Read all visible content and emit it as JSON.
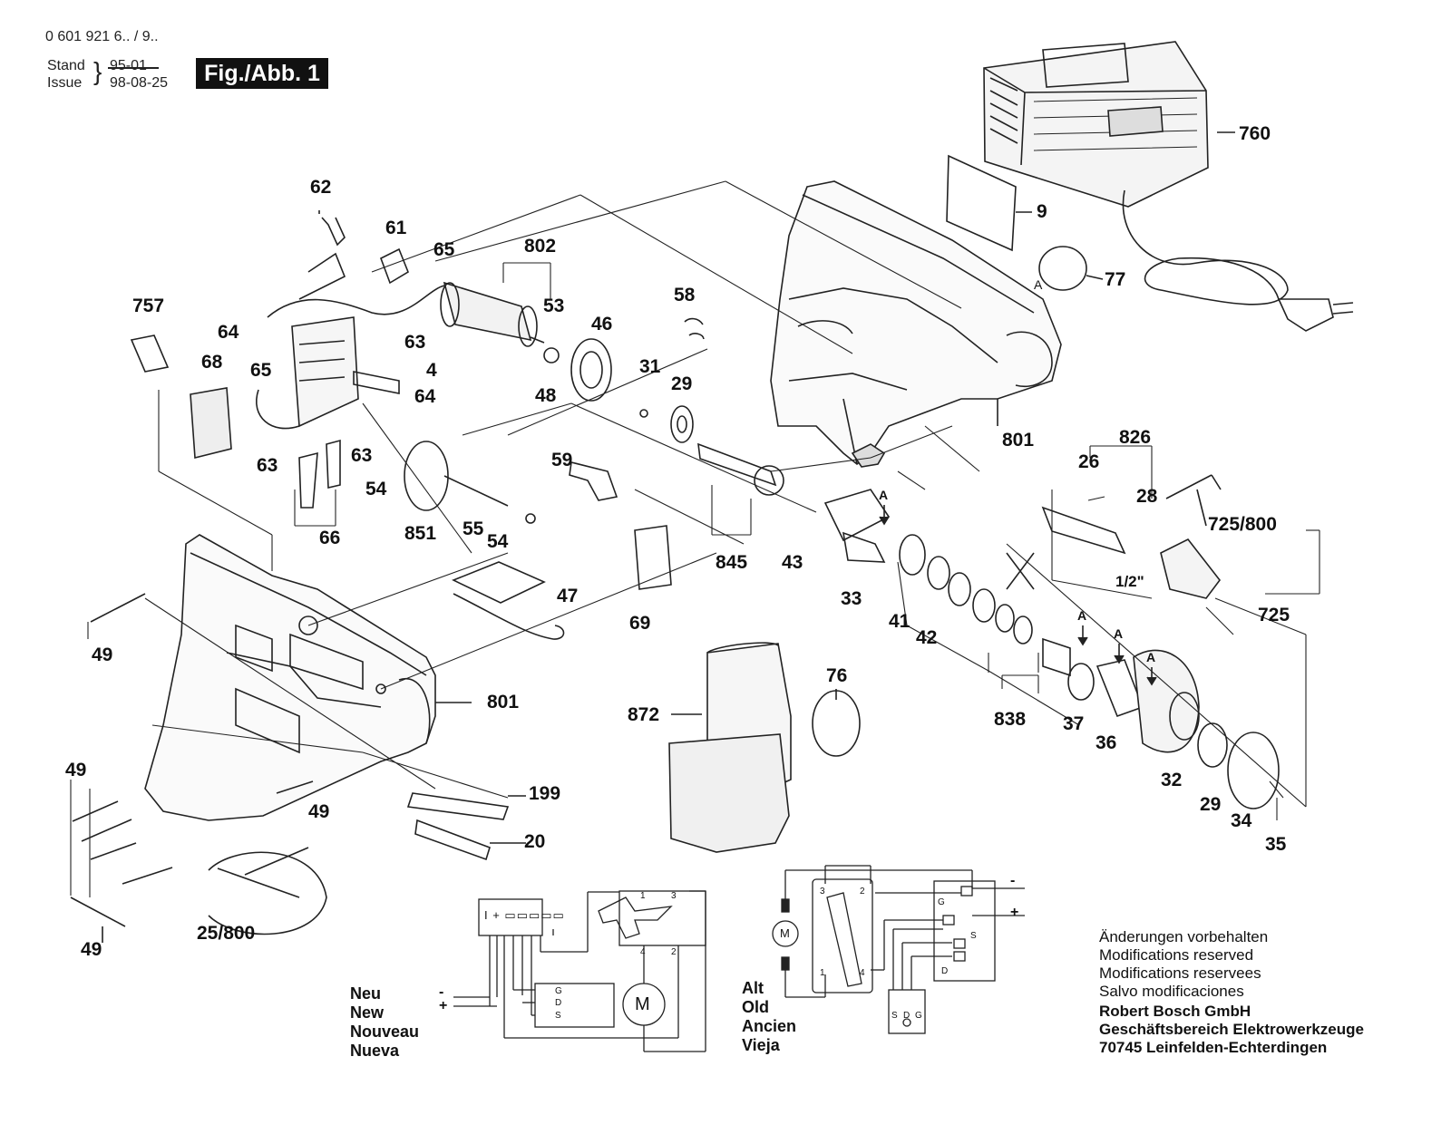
{
  "header": {
    "code": "0 601 921 6.. / 9..",
    "stand_label": "Stand",
    "issue_label": "Issue",
    "old_date": "95-01",
    "new_date": "98-08-25",
    "figure_label": "Fig./Abb. 1"
  },
  "parts": [
    "760",
    "9",
    "77",
    "62",
    "61",
    "65",
    "802",
    "53",
    "58",
    "46",
    "757",
    "64",
    "63",
    "4",
    "68",
    "65",
    "48",
    "31",
    "29",
    "64",
    "63",
    "54",
    "63",
    "801",
    "826",
    "26",
    "28",
    "59",
    "725/800",
    "55",
    "54",
    "851",
    "66",
    "845",
    "43",
    "33",
    "47",
    "69",
    "725",
    "49",
    "801",
    "41",
    "42",
    "838",
    "37",
    "36",
    "32",
    "29",
    "34",
    "35",
    "872",
    "76",
    "49",
    "199",
    "49",
    "20",
    "49",
    "25/800"
  ],
  "callout_letters": [
    "A",
    "A",
    "A",
    "A",
    "A",
    "1/2\""
  ],
  "wiring": {
    "new_labels": [
      "Neu",
      "New",
      "Nouveau",
      "Nueva"
    ],
    "old_labels": [
      "Alt",
      "Old",
      "Ancien",
      "Vieja"
    ],
    "new_signs": [
      "-",
      "+"
    ],
    "old_signs": [
      "-",
      "+"
    ],
    "new_terminals": [
      "1",
      "3",
      "4",
      "2",
      "G",
      "D",
      "S"
    ],
    "old_terminals": [
      "3",
      "2",
      "1",
      "4",
      "G",
      "S",
      "D",
      "S",
      "D",
      "G"
    ],
    "motor_label": "M"
  },
  "notes": {
    "modifications": [
      "Änderungen vorbehalten",
      "Modifications reserved",
      "Modifications reservees",
      "Salvo modificaciones"
    ],
    "company": [
      "Robert Bosch GmbH",
      "Geschäftsbereich Elektrowerkzeuge",
      "70745 Leinfelden-Echterdingen"
    ]
  }
}
